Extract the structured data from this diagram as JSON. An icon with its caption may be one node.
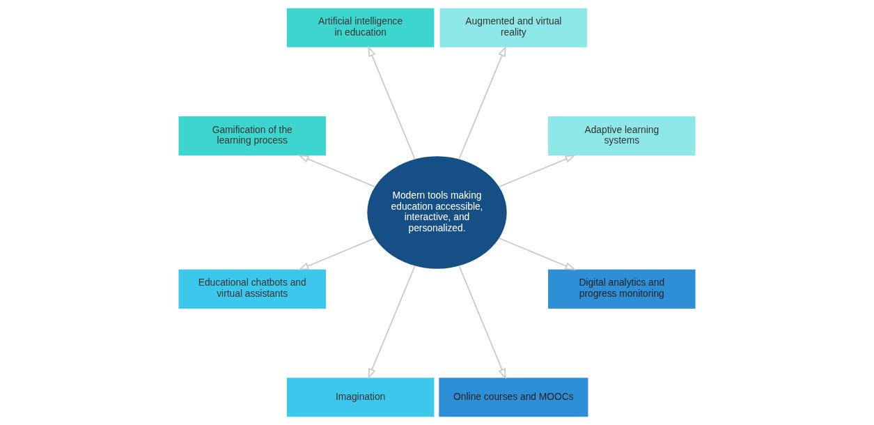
{
  "diagram": {
    "nodes": [
      {
        "text": [
          "Modern tools making education accessible, interactive, and personalized."
        ]
      },
      {
        "text": [
          "Adaptive learning systems"
        ]
      },
      {
        "text": [
          "Augmented and virtual reality"
        ]
      },
      {
        "text": [
          "Artificial intelligence in education"
        ]
      },
      {
        "text": [
          "Gamification of the learning process"
        ]
      },
      {
        "text": [
          "Educational chatbots and virtual assistants"
        ]
      },
      {
        "text": [
          "Imagination"
        ]
      },
      {
        "text": [
          "Online courses and MOOCs"
        ]
      },
      {
        "text": [
          "Digital analytics and progress monitoring"
        ]
      }
    ],
    "edges": [
      {
        "from": 0,
        "to": 1,
        "arrow": "to"
      },
      {
        "from": 0,
        "to": 2,
        "arrow": "to"
      },
      {
        "from": 0,
        "to": 3,
        "arrow": "to"
      },
      {
        "from": 0,
        "to": 4,
        "arrow": "to"
      },
      {
        "from": 0,
        "to": 5,
        "arrow": "to"
      },
      {
        "from": 0,
        "to": 6,
        "arrow": "to"
      },
      {
        "from": 0,
        "to": 7,
        "arrow": "to"
      },
      {
        "from": 0,
        "to": 8,
        "arrow": "to"
      }
    ]
  }
}
